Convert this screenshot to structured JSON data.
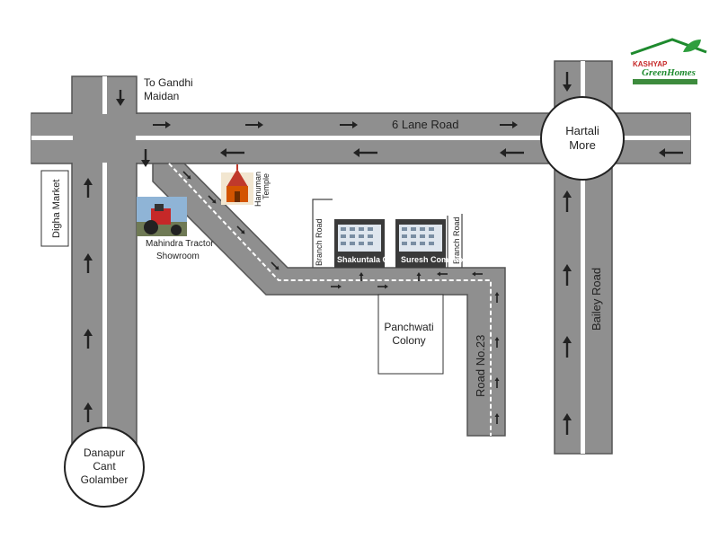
{
  "roads": {
    "six_lane": "6 Lane Road",
    "bailey": "Bailey Road",
    "road23": "Road No.23",
    "branch_left": "Branch Road",
    "branch_right": "Branch Road"
  },
  "places": {
    "gandhi_maidan": [
      "To Gandhi",
      "Maidan"
    ],
    "hartali_more": [
      "Hartali",
      "More"
    ],
    "danapur": [
      "Danapur",
      "Cant",
      "Golamber"
    ],
    "digha_market": "Digha Market",
    "hanuman_temple": [
      "Hanuman",
      "Temple"
    ],
    "mahindra": [
      "Mahindra Tractor",
      "Showroom"
    ],
    "panchwati": [
      "Panchwati",
      "Colony"
    ],
    "shakuntala": "Shakuntala Complex",
    "suresh": "Suresh Complex"
  },
  "brand": {
    "line1": "KASHYAP",
    "line2": "GreenHomes"
  },
  "colors": {
    "road": "#8f8f8f",
    "road_edge": "#555555",
    "lane_line": "#ffffff",
    "brand_green": "#1e8a2e",
    "brand_red": "#c62828"
  }
}
